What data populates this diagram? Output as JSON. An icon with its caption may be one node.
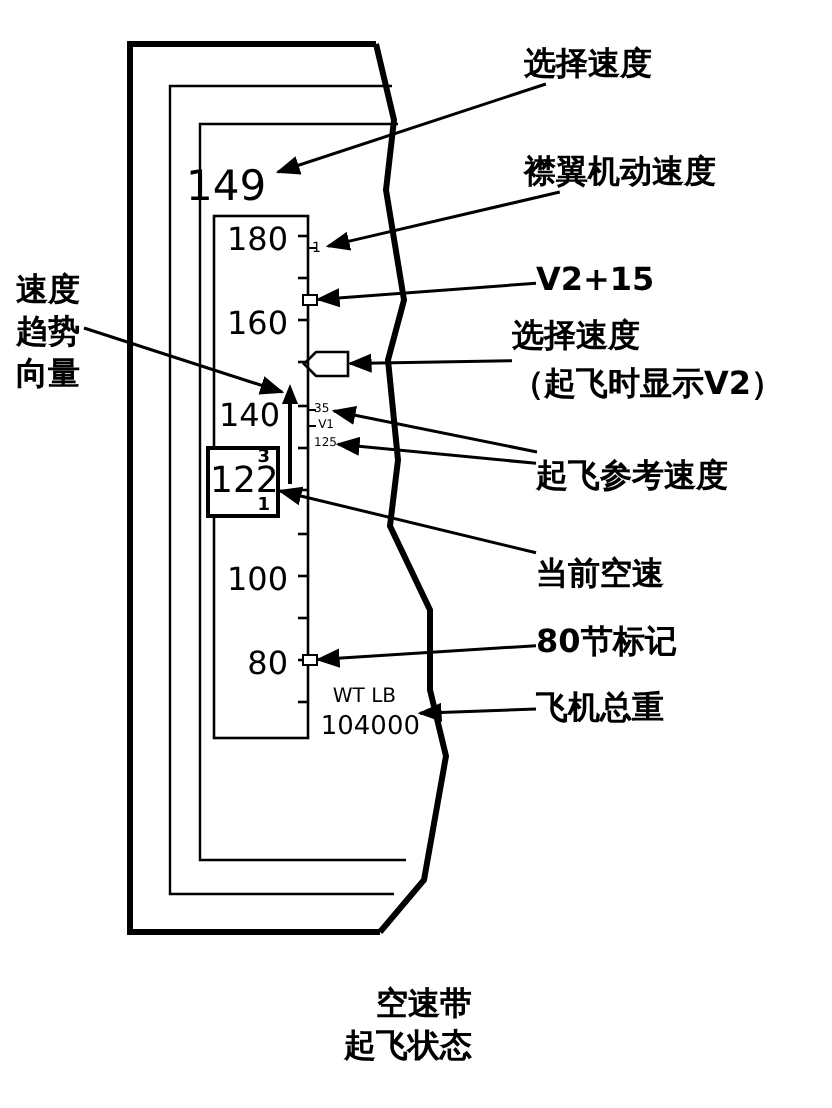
{
  "diagram": {
    "title": "空速带",
    "caption": "起飞状态",
    "nodes": [
      {
        "text": [
          "选择速度"
        ]
      },
      {
        "text": [
          "149"
        ]
      },
      {
        "text": [
          "襟翼机动速度"
        ]
      },
      {
        "text": [
          "1"
        ]
      },
      {
        "text": [
          "V2+15"
        ]
      },
      {
        "text": [],
        "shape": "box"
      },
      {
        "text": [
          "选择速度",
          "（起飞时显示V2）"
        ]
      },
      {
        "text": [],
        "shape": "box"
      },
      {
        "text": [
          "起飞参考速度"
        ]
      },
      {
        "text": [
          "35"
        ]
      },
      {
        "text": [
          "125"
        ]
      },
      {
        "text": [
          "速度趋势向量"
        ]
      },
      {
        "text": [
          "当前空速"
        ]
      },
      {
        "text": [
          "122"
        ]
      },
      {
        "text": [
          "80节标记"
        ]
      },
      {
        "text": [],
        "shape": "box"
      },
      {
        "text": [
          "飞机总重"
        ]
      },
      {
        "text": [],
        "shape": "arrow"
      },
      {
        "text": [
          "WT LB",
          "104000"
        ]
      }
    ],
    "edges": [
      {
        "from": 0,
        "to": 1,
        "arrow": "to"
      },
      {
        "from": 2,
        "to": 3,
        "arrow": "to"
      },
      {
        "from": 4,
        "to": 5,
        "arrow": "to"
      },
      {
        "from": 6,
        "to": 7,
        "arrow": "to"
      },
      {
        "from": 8,
        "to": 9,
        "arrow": "to"
      },
      {
        "from": 8,
        "to": 10,
        "arrow": "to"
      },
      {
        "from": 11,
        "to": 17,
        "arrow": "to"
      },
      {
        "from": 12,
        "to": 13,
        "arrow": "to"
      },
      {
        "from": 14,
        "to": 15,
        "arrow": "to"
      },
      {
        "from": 16,
        "to": 18,
        "arrow": "to"
      }
    ],
    "labels": [
      "180",
      "160",
      "140",
      "100",
      "80",
      "V1",
      "3",
      "1"
    ]
  }
}
